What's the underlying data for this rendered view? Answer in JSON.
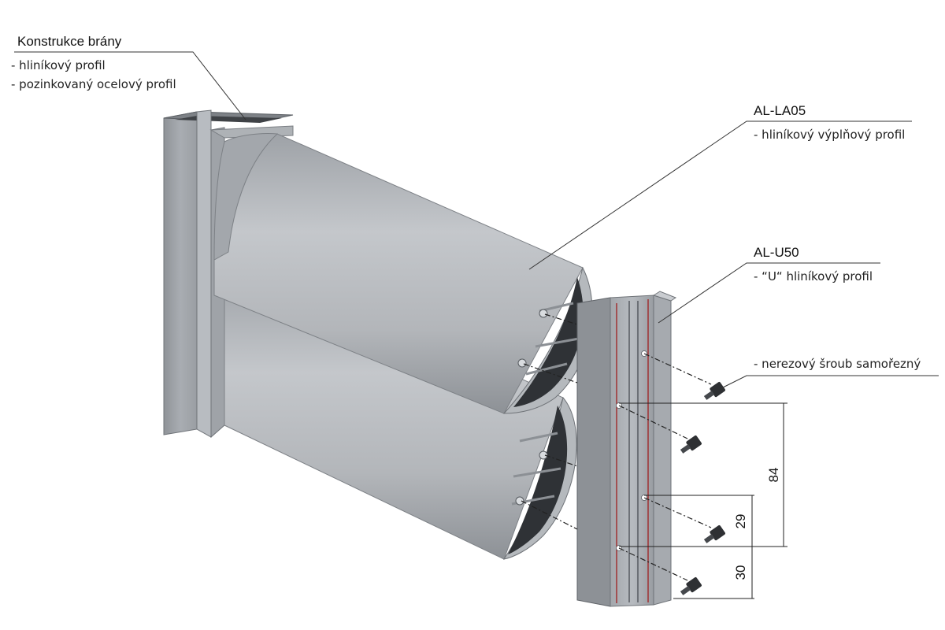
{
  "labels": {
    "frame": {
      "title": "Konstrukce brány",
      "line1": "- hliníkový profil",
      "line2": "- pozinkovaný ocelový profil"
    },
    "filler_profile": {
      "title": "AL-LA05",
      "line1": "- hliníkový výplňový profil"
    },
    "u_profile": {
      "title": "AL-U50",
      "line1": "- “U“ hliníkový profil"
    },
    "screw": {
      "line1": "- nerezový šroub samořezný"
    }
  },
  "dimensions": {
    "d84": "84",
    "d29": "29",
    "d30": "30"
  },
  "colors": {
    "metal_light": "#c9ccd0",
    "metal_mid": "#a7abb0",
    "metal_dark": "#6f7378",
    "red_line": "#a02020",
    "screw": "#2e3033"
  }
}
